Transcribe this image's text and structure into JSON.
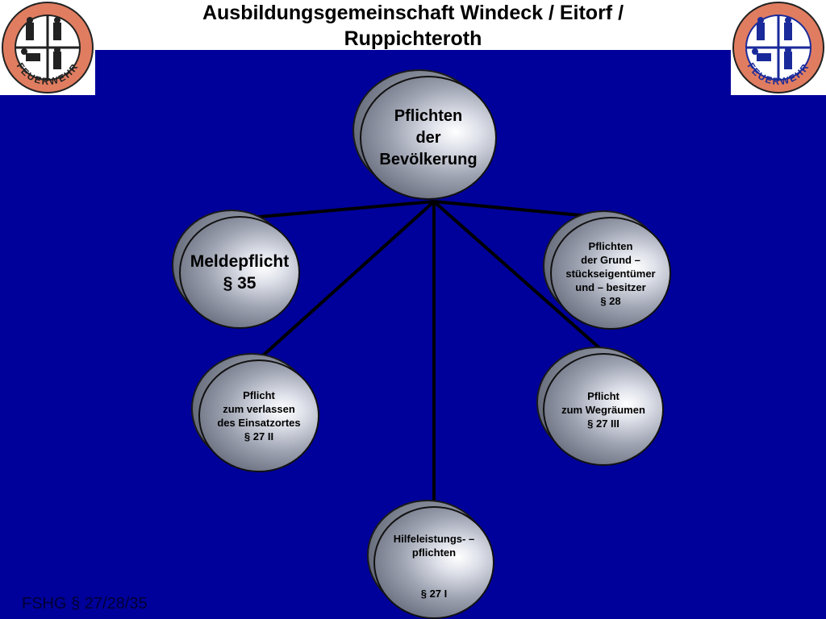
{
  "title_lines": [
    "Ausbildungsgemeinschaft Windeck / Eitorf /",
    "Ruppichteroth"
  ],
  "logos": {
    "left": {
      "text": "FEUERWEHR",
      "ring_color": "#e07d60",
      "figure_color": "#222222"
    },
    "right": {
      "text": "FEUERWEHR",
      "ring_color": "#e07d60",
      "figure_color": "#1a2a9a"
    }
  },
  "nodes": {
    "center": {
      "lines": [
        "Pflichten",
        "der",
        "Bevölkerung"
      ]
    },
    "meldepflicht": {
      "lines": [
        "Meldepflicht",
        "§ 35"
      ]
    },
    "grund": {
      "lines": [
        "Pflichten",
        "der Grund –",
        "stückseigentümer",
        "und – besitzer",
        "§ 28"
      ]
    },
    "verlassen": {
      "lines": [
        "Pflicht",
        "zum verlassen",
        "des Einsatzortes",
        "§ 27 II"
      ]
    },
    "wegraeumen": {
      "lines": [
        "Pflicht",
        "zum Wegräumen",
        "§ 27 III"
      ]
    },
    "hilfe": {
      "lines": [
        "Hilfeleistungs- –",
        "pflichten",
        "",
        "§ 27 I"
      ]
    }
  },
  "footer": "FSHG § 27/28/35",
  "colors": {
    "background": "#00009a",
    "connector": "#000000"
  }
}
